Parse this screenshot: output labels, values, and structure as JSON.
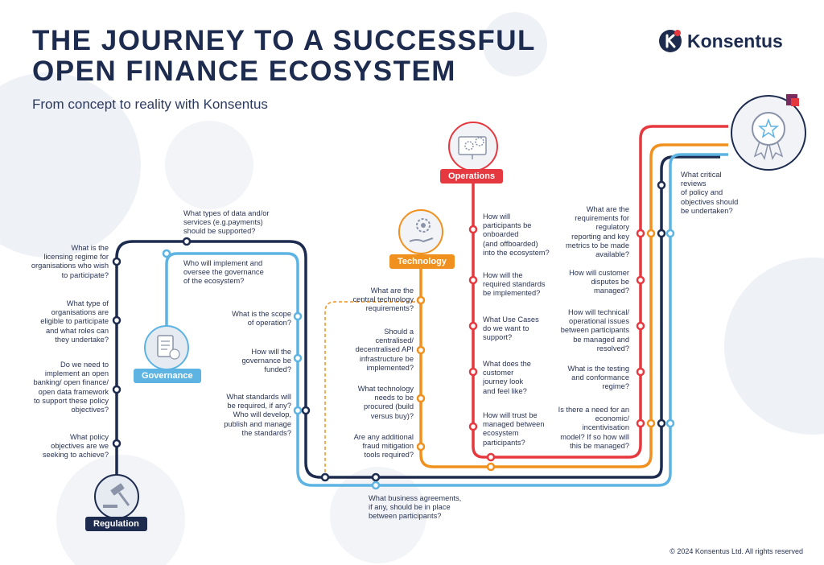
{
  "header": {
    "title_line1": "THE JOURNEY TO A SUCCESSFUL",
    "title_line2": "OPEN FINANCE ECOSYSTEM",
    "subtitle": "From concept to reality with Konsentus"
  },
  "brand": {
    "name": "Konsentus"
  },
  "stations": {
    "regulation": "Regulation",
    "governance": "Governance",
    "technology": "Technology",
    "operations": "Operations"
  },
  "questions": {
    "reg_1": "What is the\nlicensing regime for\norganisations who wish\nto participate?",
    "reg_2": "What type of\norganisations are\neligible to participate\nand what roles can\nthey undertake?",
    "reg_3": "Do we need to\nimplement an open\nbanking/ open finance/\nopen data framework\nto support these policy\nobjectives?",
    "reg_4": "What policy\nobjectives are we\nseeking to achieve?",
    "top_1": "What types of data and/or\nservices (e.g.payments)\nshould be supported?",
    "gov_1": "Who will implement and\noversee the governance\nof the ecosystem?",
    "gov_2": "What is the scope\nof  operation?",
    "gov_3": "How will the\ngovernance be\nfunded?",
    "gov_4": "What standards will\nbe required, if any?\nWho will develop,\npublish and manage\nthe standards?",
    "bottom_1": "What business agreements,\nif any, should be in place\nbetween participants?",
    "tech_1": "What are the\ncentral technology\nrequirements?",
    "tech_2": "Should a\ncentralised/\ndecentralised API\ninfrastructure be\nimplemented?",
    "tech_3": "What technology\nneeds to be\nprocured (build\nversus buy)?",
    "tech_4": "Are any additional\nfraud mitigation\ntools required?",
    "ops_1": "How will\nparticipants be\nonboarded\n(and offboarded)\ninto the ecosystem?",
    "ops_2": "How will the\nrequired standards\nbe implemented?",
    "ops_3": "What Use Cases\ndo we want to\nsupport?",
    "ops_4": "What does the\ncustomer\njourney look\nand feel like?",
    "ops_5": "How will trust be\nmanaged between\necosystem\nparticipants?",
    "right_1": "What are the\nrequirements for\nregulatory\nreporting and key\nmetrics to be made\navailable?",
    "right_2": "How will customer\ndisputes be\nmanaged?",
    "right_3": "How will technical/\noperational issues\nbetween participants\nbe managed and\nresolved?",
    "right_4": "What is the testing\nand conformance\nregime?",
    "right_5": "Is there a need for an\neconomic/\nincentivisation\nmodel? If so how will\nthis be managed?",
    "final_1": "What critical\nreviews\nof policy and\nobjectives should\nbe undertaken?"
  },
  "footer": {
    "copyright": "© 2024 Konsentus Ltd. All rights reserved"
  },
  "colors": {
    "navy": "#1d2b4f",
    "light_blue": "#5db4e3",
    "orange": "#f0901e",
    "red": "#e5393f",
    "bg_circle": "#eef1f6"
  },
  "icons": {
    "regulation": "gavel-icon",
    "governance": "document-icon",
    "technology": "gear-hand-icon",
    "operations": "monitor-gears-icon",
    "goal": "award-ribbon-icon"
  }
}
